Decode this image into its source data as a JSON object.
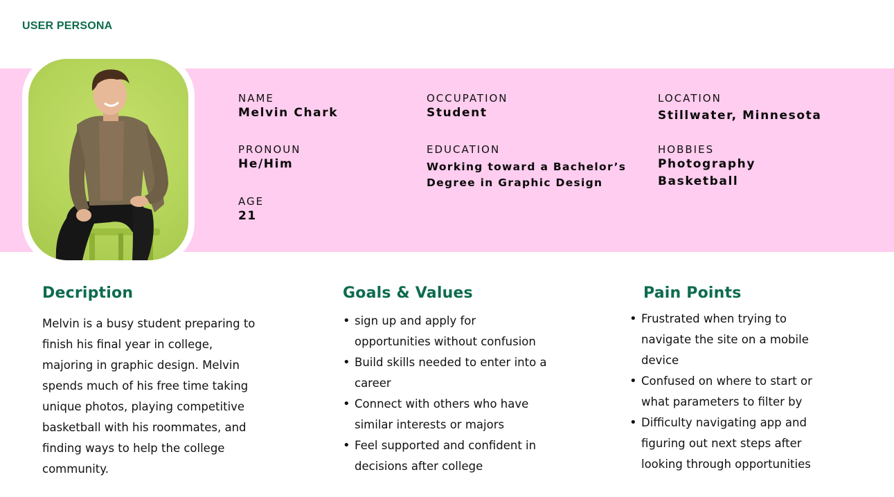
{
  "header": {
    "title": "USER PERSONA"
  },
  "colors": {
    "accent": "#0d6b4e",
    "banner": "#ffcdef",
    "photo_bg": "#b4d45a"
  },
  "profile": {
    "photo_icon": "person-photo",
    "name_label": "NAME",
    "name": "Melvin Chark",
    "pronoun_label": "PRONOUN",
    "pronoun": "He/Him",
    "age_label": "AGE",
    "age": "21",
    "occupation_label": "OCCUPATION",
    "occupation": "Student",
    "education_label": "EDUCATION",
    "education_line1": "Working toward a Bachelor’s",
    "education_line2": "Degree in Graphic Design",
    "location_label": "LOCATION",
    "location": "Stillwater, Minnesota",
    "hobbies_label": "HOBBIES",
    "hobbies": [
      "Photography",
      "Basketball"
    ]
  },
  "description": {
    "title": "Decription",
    "text": "Melvin is a busy student preparing to finish his final year in college, majoring in graphic design. Melvin spends much of his free time taking unique photos, playing competitive basketball with his roommates, and finding ways to help the college community."
  },
  "goals": {
    "title": "Goals & Values",
    "items": [
      "sign up and apply for opportunities without confusion",
      "Build skills needed to enter into a career",
      "Connect with others who have similar interests or majors",
      "Feel supported and confident in decisions after college"
    ]
  },
  "pain_points": {
    "title": "Pain Points",
    "items": [
      "Frustrated when trying to navigate the site on a mobile device",
      "Confused on where to start or what parameters to filter by",
      "Difficulty navigating app and figuring out next steps after looking through opportunities"
    ]
  }
}
